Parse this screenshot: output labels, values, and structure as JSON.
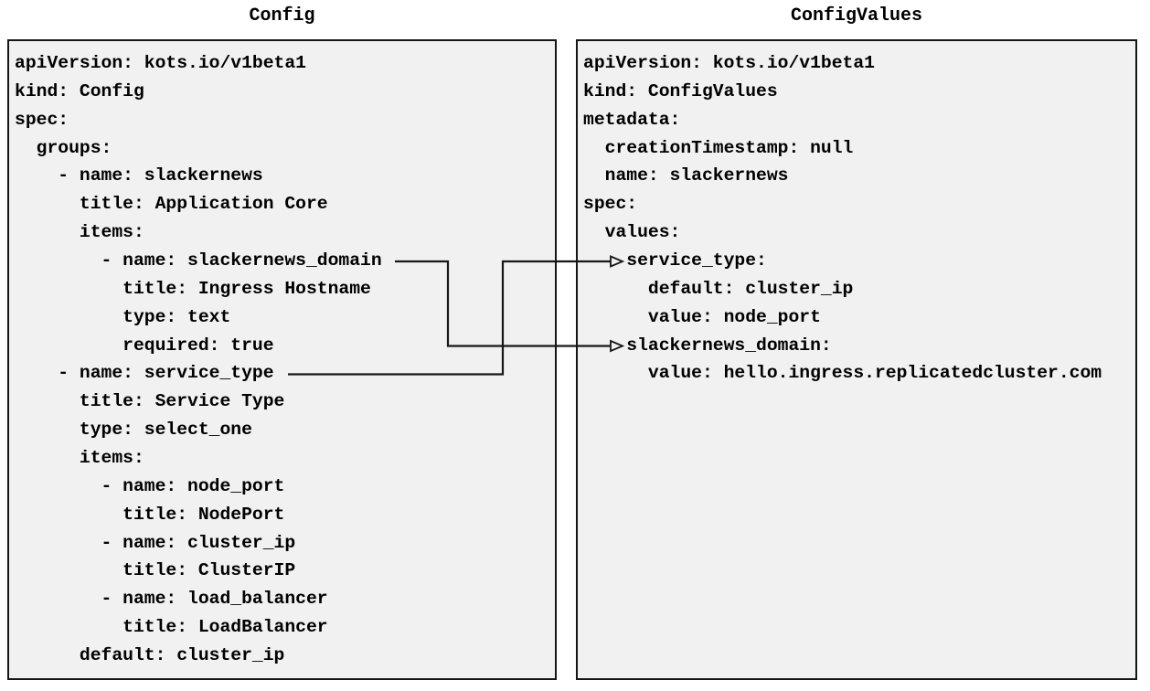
{
  "page": {
    "background": "#ffffff"
  },
  "left_panel": {
    "title": "Config",
    "yaml_lines": [
      "apiVersion: kots.io/v1beta1",
      "kind: Config",
      "spec:",
      "  groups:",
      "    - name: slackernews",
      "      title: Application Core",
      "      items:",
      "        - name: slackernews_domain",
      "          title: Ingress Hostname",
      "          type: text",
      "          required: true",
      "    - name: service_type",
      "      title: Service Type",
      "      type: select_one",
      "      items:",
      "        - name: node_port",
      "          title: NodePort",
      "        - name: cluster_ip",
      "          title: ClusterIP",
      "        - name: load_balancer",
      "          title: LoadBalancer",
      "      default: cluster_ip"
    ]
  },
  "right_panel": {
    "title": "ConfigValues",
    "yaml_lines": [
      "apiVersion: kots.io/v1beta1",
      "kind: ConfigValues",
      "metadata:",
      "  creationTimestamp: null",
      "  name: slackernews",
      "spec:",
      "  values:",
      "    service_type:",
      "      default: cluster_ip",
      "      value: node_port",
      "    slackernews_domain:",
      "      value: hello.ingress.replicatedcluster.com"
    ]
  },
  "connections": [
    {
      "from": "Config item slackernews_domain",
      "to": "ConfigValues key slackernews_domain"
    },
    {
      "from": "Config item service_type",
      "to": "ConfigValues key service_type"
    }
  ],
  "colors": {
    "panel_background": "#f1f1f1",
    "panel_border": "#161616",
    "arrow": "#161616",
    "text": "#000000",
    "page_background": "#ffffff"
  }
}
